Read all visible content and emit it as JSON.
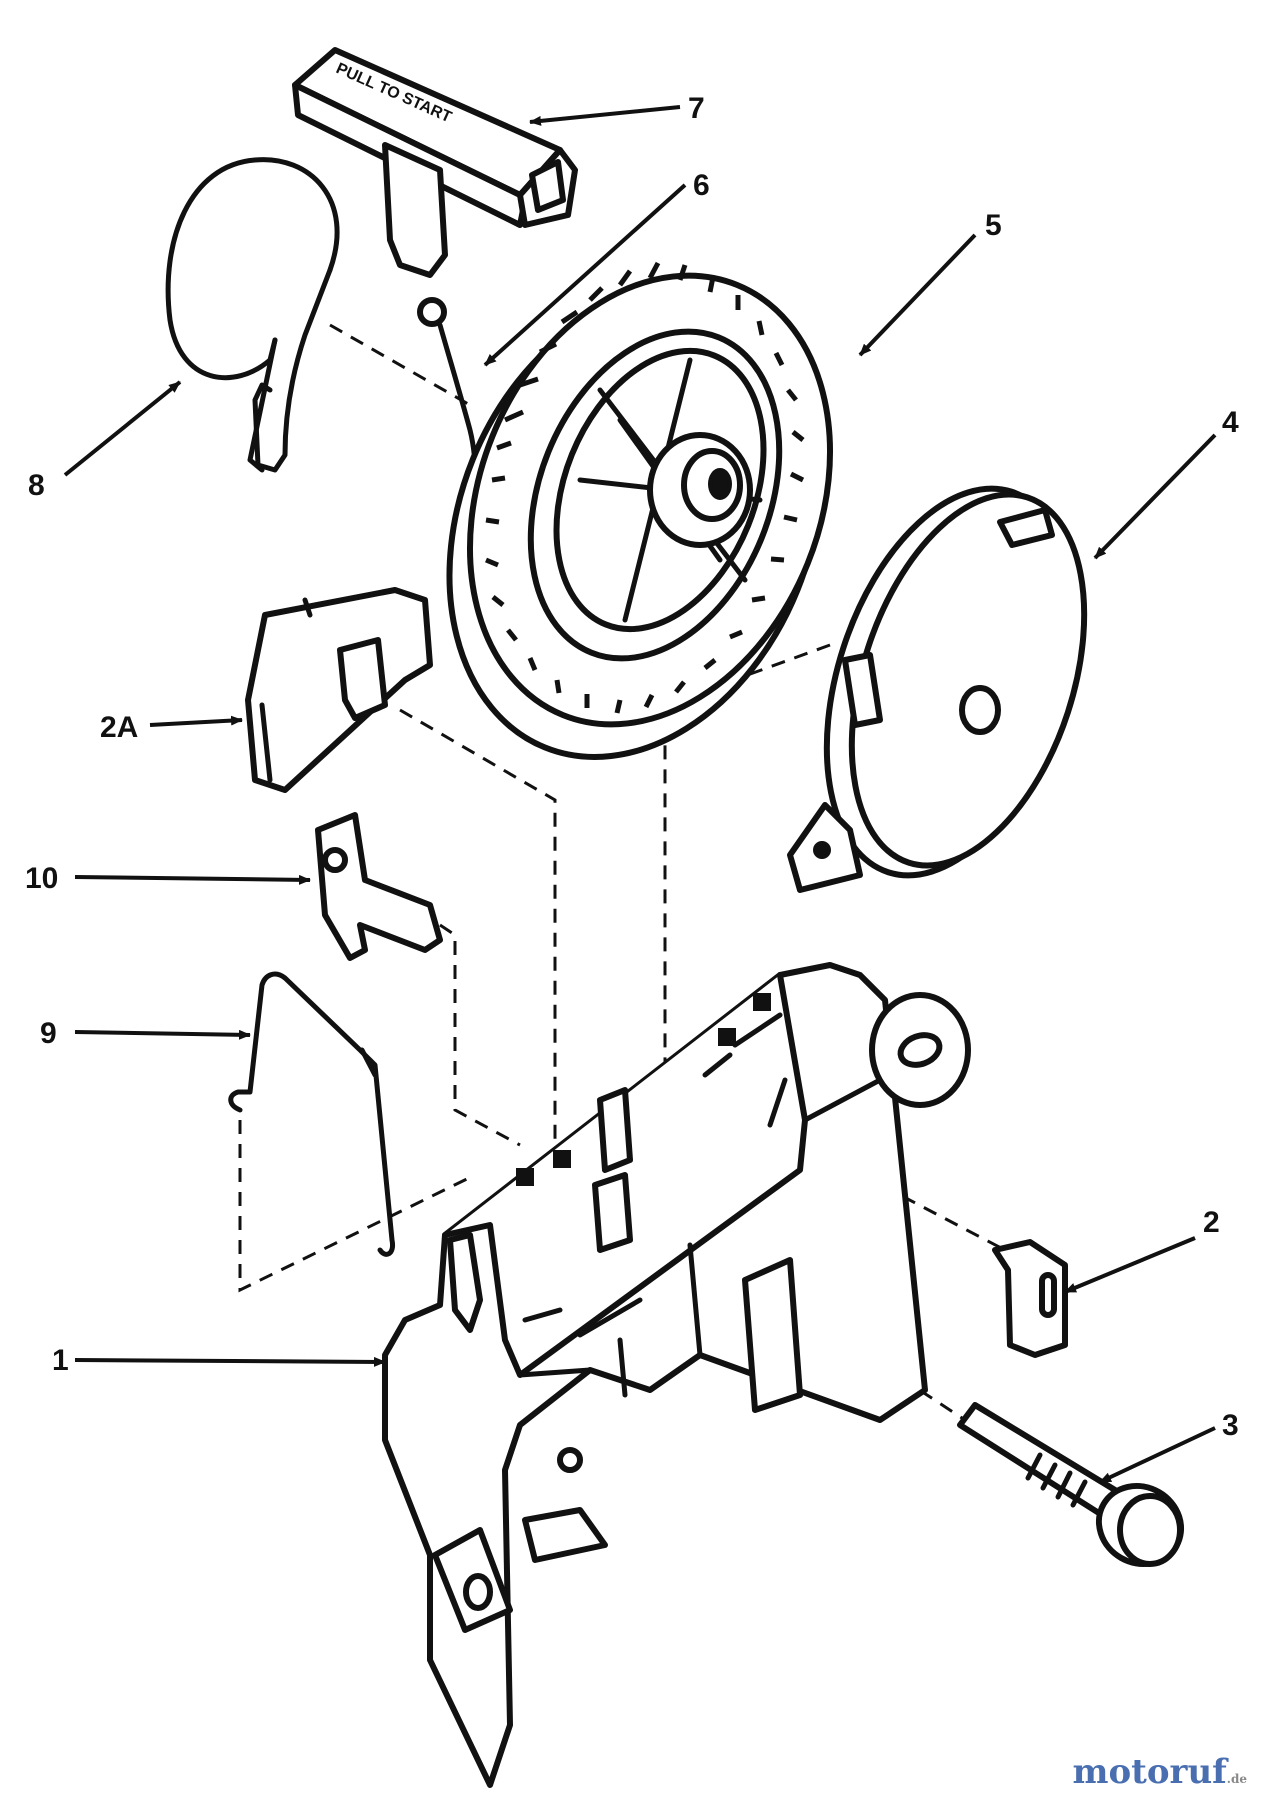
{
  "callouts": {
    "c1": "1",
    "c2": "2",
    "c2a": "2A",
    "c3": "3",
    "c4": "4",
    "c5": "5",
    "c6": "6",
    "c7": "7",
    "c8": "8",
    "c9": "9",
    "c10": "10"
  },
  "handle_text": "PULL TO START",
  "watermark": {
    "brand": "motoruf",
    "suffix": ".de"
  }
}
